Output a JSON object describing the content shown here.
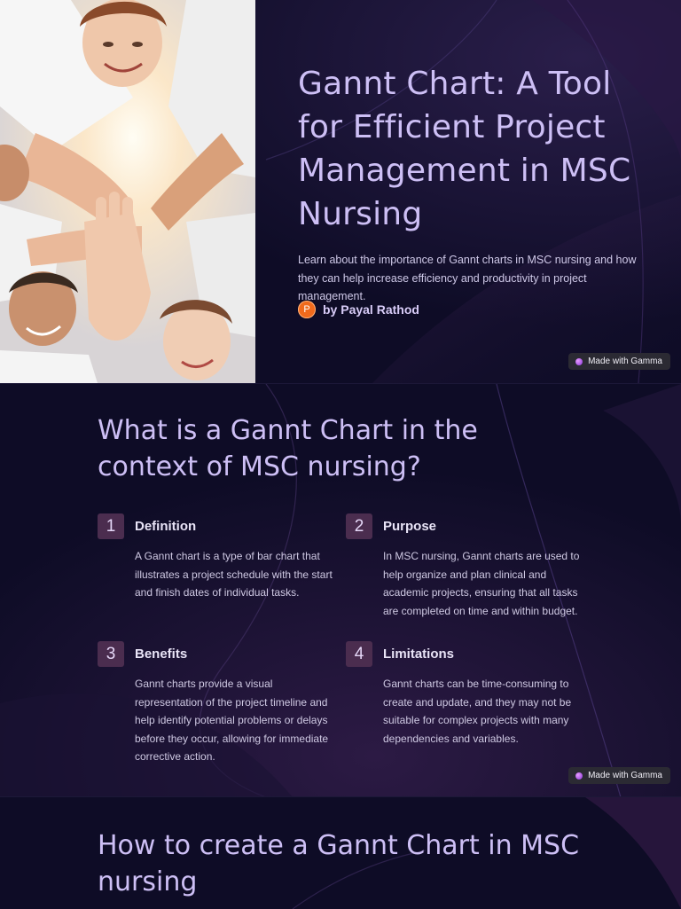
{
  "slide1": {
    "title": "Gannt Chart: A Tool for Efficient Project Management in MSC Nursing",
    "subtitle": "Learn about the importance of Gannt charts in MSC nursing and how they can help increase efficiency and productivity in project management.",
    "author_initial": "P",
    "author": "by Payal Rathod",
    "badge": "Made with Gamma",
    "photo_icon": "team-hands-photo"
  },
  "slide2": {
    "title": "What is a Gannt Chart in the context of MSC nursing?",
    "items": [
      {
        "number": "1",
        "heading": "Definition",
        "body": "A Gannt chart is a type of bar chart that illustrates a project schedule with the start and finish dates of individual tasks."
      },
      {
        "number": "2",
        "heading": "Purpose",
        "body": "In MSC nursing, Gannt charts are used to help organize and plan clinical and academic projects, ensuring that all tasks are completed on time and within budget."
      },
      {
        "number": "3",
        "heading": "Benefits",
        "body": "Gannt charts provide a visual representation of the project timeline and help identify potential problems or delays before they occur, allowing for immediate corrective action."
      },
      {
        "number": "4",
        "heading": "Limitations",
        "body": "Gannt charts can be time-consuming to create and update, and they may not be suitable for complex projects with many dependencies and variables."
      }
    ],
    "badge": "Made with Gamma"
  },
  "slide3": {
    "title": "How to create a Gannt Chart in MSC nursing"
  },
  "colors": {
    "background": "#0e0c26",
    "title": "#cdbff5",
    "number_box": "#4b2d4f",
    "accent": "#f06a1c"
  }
}
